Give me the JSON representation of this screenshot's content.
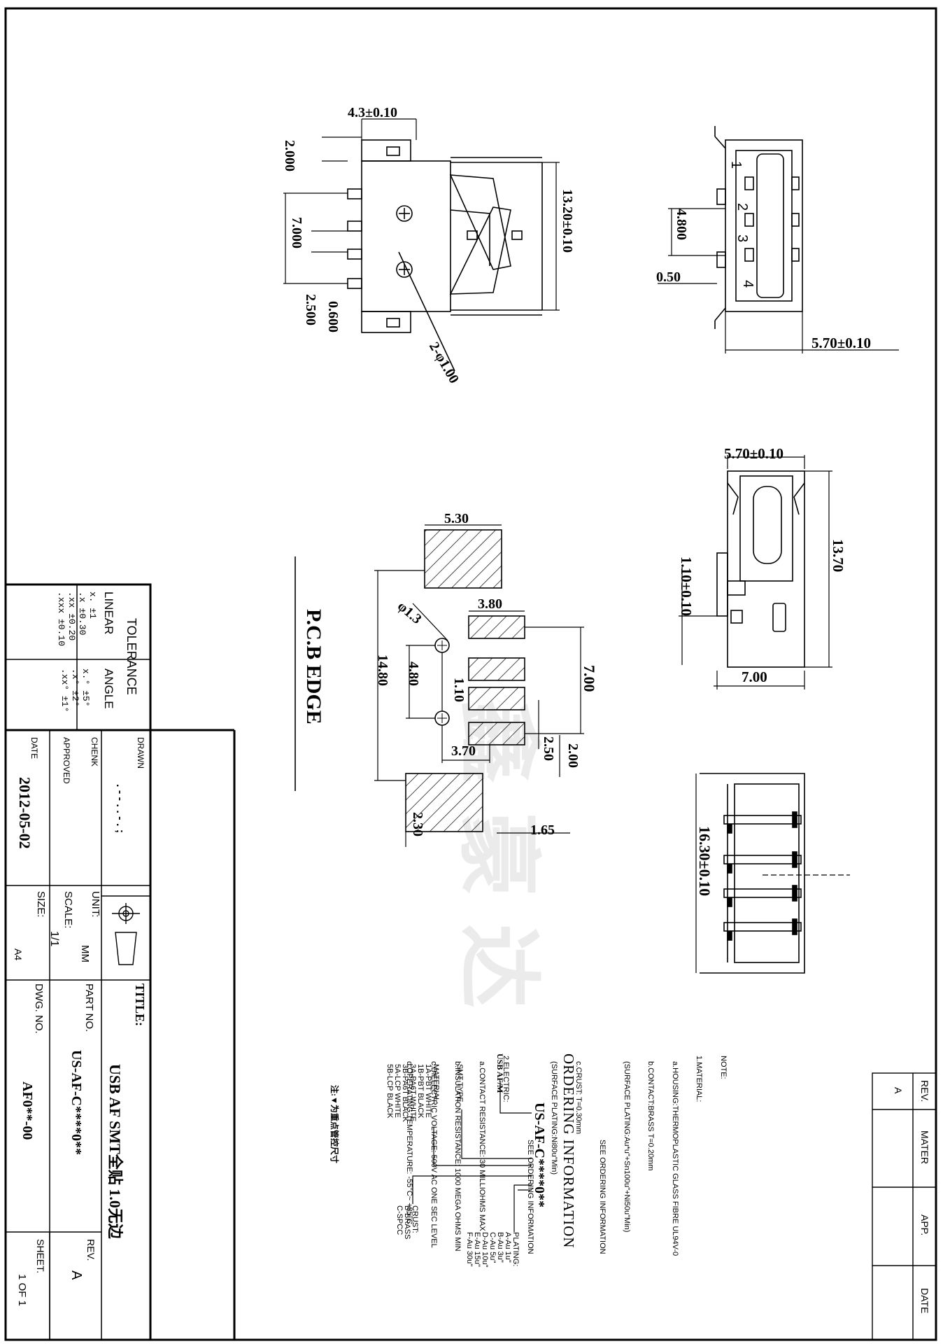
{
  "dims": {
    "d1": "4.3±0.10",
    "d2": "2.000",
    "d3": "7.000",
    "d4": "2.500",
    "d5": "0.600",
    "d6": "13.20±0.10",
    "d7": "2-φ1.00",
    "d8": "4.800",
    "d9": "0.50",
    "d10": "5.70±0.10",
    "d11": "5.70±0.10",
    "d12": "13.70",
    "d13": "1.10±0.10",
    "d14": "7.00",
    "d15": "16.30±0.10",
    "p1": "5.30",
    "p2": "3.80",
    "p3": "φ1.3",
    "p4": "14.80",
    "p5": "4.80",
    "p6": "1.10",
    "p7": "7.00",
    "p8": "3.70",
    "p9": "2.50",
    "p10": "2.00",
    "p11": "2.30",
    "p12": "1.65"
  },
  "pins": [
    "1",
    "2",
    "3",
    "4"
  ],
  "pcb_edge": "P.C.B EDGE",
  "watermark": "鑫豪达",
  "tolerance": {
    "title": "TOLERANCE",
    "linear": "LINEAR",
    "angle": "ANGLE",
    "lin_rows": [
      "x.    ±1",
      ".x    ±0.30",
      ".xx   ±0.20",
      ".xxx  ±0.10"
    ],
    "ang_rows": [
      "x.°    ±5°",
      ".x°   ±2°",
      ".xx°  ±1°"
    ]
  },
  "title_block": {
    "drawn_label": "DRAWN",
    "drawn_value": ". - - . . - . ;",
    "chenk_label": "CHENK",
    "approved_label": "APPROVED",
    "date_label": "DATE",
    "date_value": "2012-05-02",
    "unit_label": "UNIT:",
    "unit_value": "MM",
    "scale_label": "SCALE:",
    "scale_value": "1/1",
    "size_label": "SIZE:",
    "size_value": "A4",
    "title_label": "TITLE:",
    "title_value": "USB AF SMT全贴 1.0无边",
    "part_label": "PART NO.",
    "part_value": "US-AF-C****0**",
    "dwg_label": "DWG. NO.",
    "dwg_value": "AF0**-00",
    "rev_label": "REV.",
    "rev_value": "A",
    "sheet_label": "SHEET.",
    "sheet_value": "1 OF 1"
  },
  "revision": {
    "headers": [
      "REV.",
      "MATER",
      "APP.",
      "DATE"
    ],
    "row": [
      "A",
      "",
      "",
      ""
    ]
  },
  "notes": {
    "heading": "NOTE:",
    "lines": [
      "1.MATERIAL:",
      "a.HOUSING:THERMOPLASTIC GLASS FIBRE UL94V-0",
      "b.CONTACT:BRASS T=0.20mm",
      "(SURFACE PLATING:Au*u\"+Sn100u\"+Ni50u\"Min)",
      "SEE ORDERING INFORMATION",
      "c.CRUST: T=0.30mm",
      "(SURFACE PLATING:Ni80u\"Min)",
      "SEE ORDERING INFORMATION",
      "2.ELECTRIC:",
      "a.CONTACT RESISTANCE: 30 MILLIOHMS MAX",
      "b.INSULATION RESISTANCE: 1000 MEGA OHMS MIN",
      "c.DIELECTRIC VOLTAGE: 500V AC ONE SEC LEVEL",
      "d.OPERATING TEMPERATURE: -55°C~ +85°C"
    ]
  },
  "ordering": {
    "heading": "ORDERING INFORMATION",
    "usb_label": "USB AF/M",
    "code": "US-AF-C****0**",
    "smt_type": "SMT TYPE",
    "material_title": "MATERIAL:",
    "materials": [
      "1A-PBT WHITE",
      "1B-PBT BLACK",
      "3A-PA6T WHITE",
      "3B-PA6T BLACK",
      "5A-LCP WHITE",
      "5B-LCP BLACK"
    ],
    "plating_title": "PLATING:",
    "platings": [
      "A-Au 1u\"",
      "B-Au 3u\"",
      "C-Au 5u\"",
      "D-Au 10u\"",
      "E-Au 15u\"",
      "F-Au 30u\""
    ],
    "crust_title": "CRUST:",
    "crusts": [
      "B-BRASS",
      "C-SPCC"
    ],
    "note": "注:▼为重点管控尺寸"
  }
}
